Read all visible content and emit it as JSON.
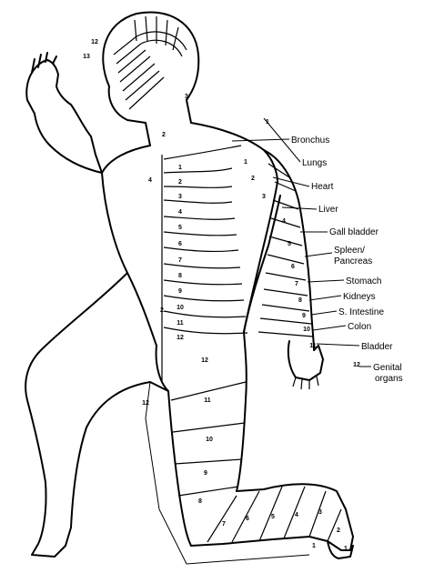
{
  "organ_labels": [
    {
      "text": "Bronchus"
    },
    {
      "text": "Lungs"
    },
    {
      "text": "Heart"
    },
    {
      "text": "Liver"
    },
    {
      "text": "Gall bladder"
    },
    {
      "text": "Spleen/"
    },
    {
      "text": "Pancreas"
    },
    {
      "text": "Stomach"
    },
    {
      "text": "Kidneys"
    },
    {
      "text": "S. Intestine"
    },
    {
      "text": "Colon"
    },
    {
      "text": "Bladder"
    },
    {
      "text": "Genital"
    },
    {
      "text": "organs"
    }
  ],
  "back_segments": [
    "1",
    "2",
    "3",
    "4",
    "5",
    "6",
    "7",
    "8",
    "9",
    "10",
    "11",
    "12"
  ],
  "arm_segments": [
    "1",
    "2",
    "3",
    "4",
    "5",
    "6",
    "7",
    "8",
    "9",
    "10",
    "11",
    "12"
  ],
  "leg_segments": [
    "12",
    "11",
    "10",
    "9",
    "8",
    "7",
    "6",
    "5",
    "4",
    "3",
    "2",
    "1"
  ],
  "head_segments": [
    "12",
    "13"
  ],
  "misc_numbers": [
    "3",
    "2",
    "4",
    "1",
    "2",
    "4",
    "12",
    "1"
  ]
}
